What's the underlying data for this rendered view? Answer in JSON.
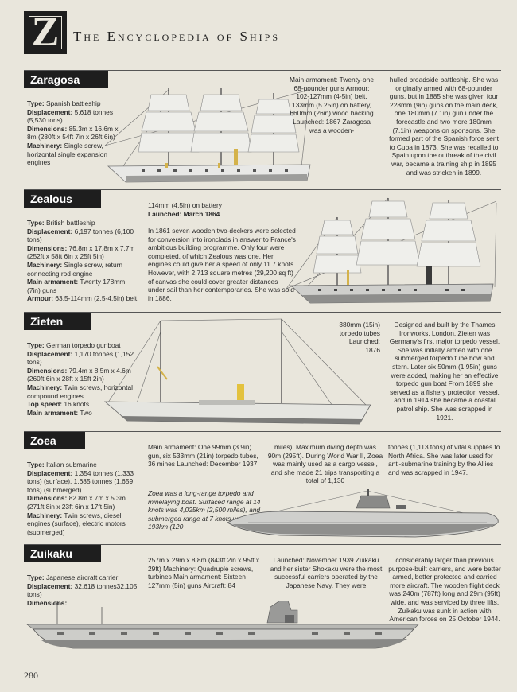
{
  "header": {
    "letter": "Z",
    "title": "The Encyclopedia of Ships"
  },
  "page_number": "280",
  "ships": {
    "zaragosa": {
      "name": "Zaragosa",
      "specs": [
        {
          "k": "Type:",
          "v": " Spanish battleship"
        },
        {
          "k": "Displacement:",
          "v": " 5,618 tonnes (5,530 tons)"
        },
        {
          "k": "Dimensions:",
          "v": " 85.3m x 16.6m x 8m (280ft x 54ft 7in x 26ft 6in)"
        },
        {
          "k": "Machinery:",
          "v": " Single screw, horizontal single expansion engines"
        }
      ],
      "col2": "Main armament: Twenty-one 68-pounder guns Armour: 102-127mm (4-5in) belt, 133mm (5.25in) on battery, 660mm (26in) wood backing Launched: 1867 Zaragosa was a wooden-",
      "col3": "hulled broadside battleship. She was originally armed with 68-pounder guns, but in 1885 she was given four 228mm (9in) guns on the main deck, one 180mm (7.1in) gun under the forecastle and two more 180mm (7.1in) weapons on sponsons. She formed part of the Spanish force sent to Cuba in 1873. She was recalled to Spain upon the outbreak of the civil war, became a training ship in 1895 and was stricken in 1899."
    },
    "zealous": {
      "name": "Zealous",
      "specs": [
        {
          "k": "Type:",
          "v": " British battleship"
        },
        {
          "k": "Displacement:",
          "v": " 6,197 tonnes (6,100 tons)"
        },
        {
          "k": "Dimensions:",
          "v": " 76.8m x 17.8m x 7.7m (252ft x 58ft 6in x 25ft 5in)"
        },
        {
          "k": "Machinery:",
          "v": " Single screw, return connecting rod engine"
        },
        {
          "k": "Main armament:",
          "v": " Twenty 178mm (7in) guns"
        },
        {
          "k": "Armour:",
          "v": " 63.5-114mm (2.5-4.5in) belt,"
        }
      ],
      "col2_top": "114mm (4.5in) on battery",
      "launched": "Launched: March 1864",
      "col2": "In 1861 seven wooden two-deckers were selected for conversion into ironclads in answer to France's ambitious building programme. Only four were completed, of which Zealous was one. Her engines could give her a speed of only 11.7 knots. However, with 2,713 square metres (29,200 sq ft) of canvas she could cover greater distances under sail than her contemporaries. She was sold in 1886."
    },
    "zieten": {
      "name": "Zieten",
      "specs": [
        {
          "k": "Type:",
          "v": " German torpedo gunboat"
        },
        {
          "k": "Displacement:",
          "v": " 1,170 tonnes (1,152 tons)"
        },
        {
          "k": "Dimensions:",
          "v": " 79.4m x 8.5m x 4.6m (260ft 6in x 28ft x 15ft 2in)"
        },
        {
          "k": "Machinery:",
          "v": " Twin screws, horizontal compound engines"
        },
        {
          "k": "Top speed:",
          "v": " 16 knots"
        },
        {
          "k": "Main armament:",
          "v": " Two"
        }
      ],
      "col2": "380mm (15in) torpedo tubes Launched: 1876",
      "col3": "Designed and built by the Thames Ironworks, London, Zieten was Germany's first major torpedo vessel. She was initially armed with one submerged torpedo tube bow and stern. Later six 50mm (1.95in) guns were added, making her an effective torpedo gun boat From 1899 she served as a fishery protection vessel, and in 1914 she became a coastal patrol ship. She was scrapped in 1921."
    },
    "zoea": {
      "name": "Zoea",
      "specs": [
        {
          "k": "Type:",
          "v": " Italian submarine"
        },
        {
          "k": "Displacement:",
          "v": " 1,354 tonnes (1,333 tons) (surface), 1,685 tonnes (1,659 tons) (submerged)"
        },
        {
          "k": "Dimensions:",
          "v": " 82.8m x 7m x 5.3m (271ft 8in x 23ft 6in x 17ft 5in)"
        },
        {
          "k": "Machinery:",
          "v": " Twin screws, diesel engines (surface), electric motors (submerged)"
        }
      ],
      "col2": "Main armament: One 99mm (3.9in) gun, six 533mm (21in) torpedo tubes, 36 mines Launched: December 1937",
      "col2b": "Zoea was a long-range torpedo and minelaying boat. Surfaced range at 14 knots was 4,025km (2,500 miles), and submerged range at 7 knots was 193km (120",
      "col3": "miles). Maximum diving depth was 90m (295ft). During World War II, Zoea was mainly used as a cargo vessel, and she made 21 trips transporting a total of 1,130",
      "col4": "tonnes (1,113 tons) of vital supplies to North Africa. She was later used for anti-submarine training by the Allies and was scrapped in 1947."
    },
    "zuikaku": {
      "name": "Zuikaku",
      "specs": [
        {
          "k": "Type:",
          "v": " Japanese aircraft carrier"
        },
        {
          "k": "Displacement:",
          "v": " 32,618 tonnes32,105 tons)"
        },
        {
          "k": "Dimensions:",
          "v": ""
        }
      ],
      "col2": "257m x 29m x 8.8m (843ft 2in x 95ft x 29ft) Machinery: Quadruple screws, turbines Main armament: Sixteen 127mm (5in) guns Aircraft: 84",
      "col3": "Launched: November 1939 Zuikaku and her sister Shokaku were the most successful carriers operated by the Japanese Navy. They were",
      "col4": "considerably larger than previous purpose-built carriers, and were better armed, better protected and carried more aircraft. The wooden flight deck was 240m (787ft) long and 29m (95ft) wide, and was serviced by three lifts. Zuikaku was sunk in action with American forces on 25 October 1944."
    }
  }
}
